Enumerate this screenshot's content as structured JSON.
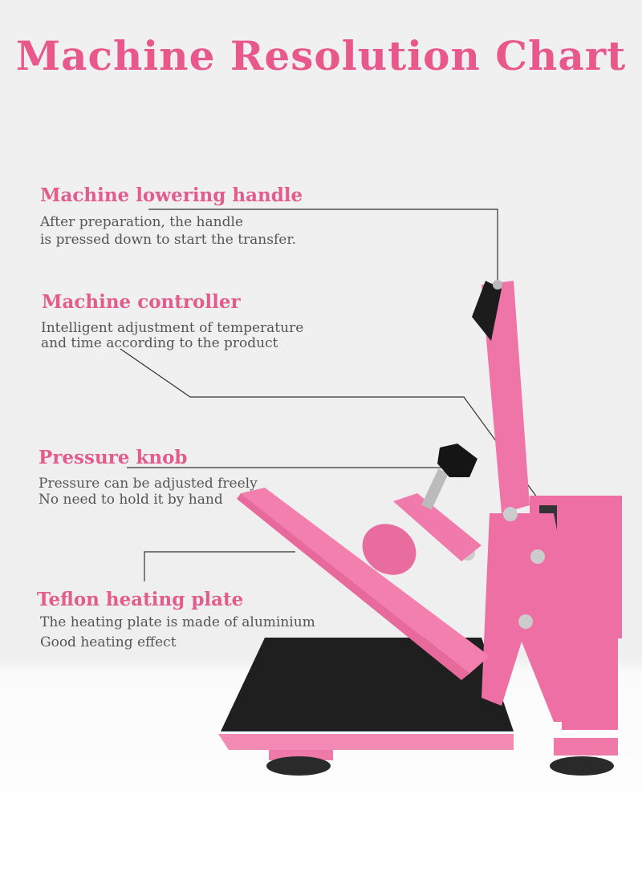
{
  "title": "Machine Resolution Chart",
  "colors": {
    "accent": "#e9588a",
    "machine_pink": "#f07aab",
    "plate_black": "#1e1e1e",
    "text_gray": "#555555"
  },
  "callouts": [
    {
      "label": "Machine lowering handle",
      "lines": [
        "After preparation, the handle",
        "is pressed down to start the transfer."
      ]
    },
    {
      "label": "Machine controller",
      "lines": [
        "Intelligent adjustment of temperature",
        "and time according to the product"
      ]
    },
    {
      "label": "Pressure knob",
      "lines": [
        "Pressure can be adjusted freely",
        "No need to hold it by hand"
      ]
    },
    {
      "label": "Teflon heating plate",
      "lines": [
        "The heating plate is made of aluminium",
        "Good heating effect"
      ]
    }
  ]
}
